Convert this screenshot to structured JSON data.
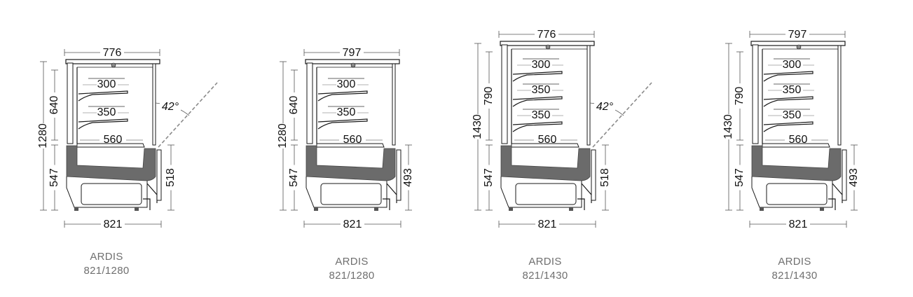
{
  "drawings": [
    {
      "model": "ARDIS",
      "size": "821/1280",
      "top_width": "776",
      "total_height": "1280",
      "glass_height": "640",
      "base_height": "547",
      "right_height": "518",
      "base_width": "821",
      "bottom_shelf": "560",
      "shelves": [
        "300",
        "350"
      ],
      "angle": "42°",
      "glass": "slanted"
    },
    {
      "model": "ARDIS",
      "size": "821/1280",
      "top_width": "797",
      "total_height": "1280",
      "glass_height": "640",
      "base_height": "547",
      "right_height": "493",
      "base_width": "821",
      "bottom_shelf": "560",
      "shelves": [
        "300",
        "350"
      ],
      "glass": "straight"
    },
    {
      "model": "ARDIS",
      "size": "821/1430",
      "top_width": "776",
      "total_height": "1430",
      "glass_height": "790",
      "base_height": "547",
      "right_height": "518",
      "base_width": "821",
      "bottom_shelf": "560",
      "shelves": [
        "300",
        "350",
        "350"
      ],
      "angle": "42°",
      "glass": "slanted"
    },
    {
      "model": "ARDIS",
      "size": "821/1430",
      "top_width": "797",
      "total_height": "1430",
      "glass_height": "790",
      "base_height": "547",
      "right_height": "493",
      "base_width": "821",
      "bottom_shelf": "560",
      "shelves": [
        "300",
        "350",
        "350"
      ],
      "glass": "straight"
    }
  ],
  "colors": {
    "line": "#1a1a1a",
    "well": "#6b6b6b",
    "caption": "#6f6f6f",
    "angle_line": "#8a8a8a"
  }
}
